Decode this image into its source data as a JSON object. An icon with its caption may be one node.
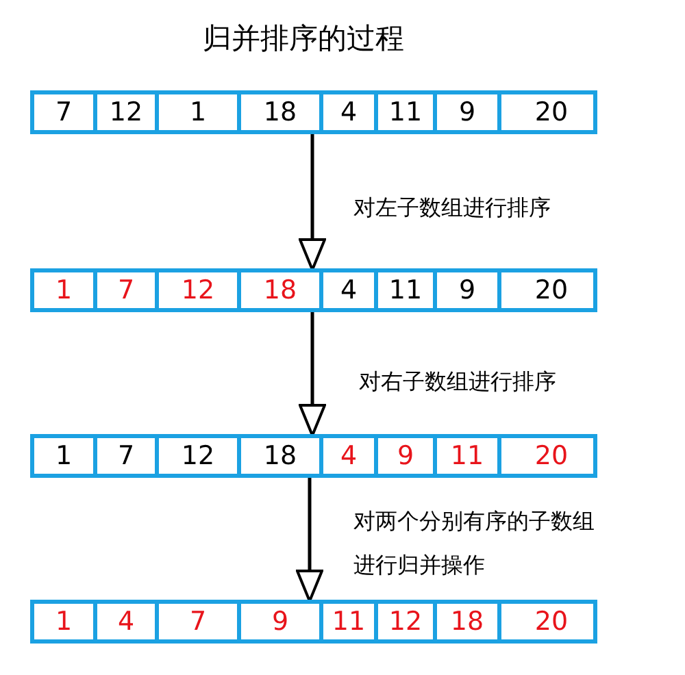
{
  "diagram": {
    "title": "归并排序的过程",
    "nodes": [
      {
        "text": [],
        "shape": "box"
      },
      {
        "text": [
          "7"
        ],
        "in": 0
      },
      {
        "text": [
          "12"
        ],
        "in": 0
      },
      {
        "text": [
          "1"
        ],
        "in": 0
      },
      {
        "text": [
          "18"
        ],
        "in": 0
      },
      {
        "text": [
          "4"
        ],
        "in": 0
      },
      {
        "text": [
          "11"
        ],
        "in": 0
      },
      {
        "text": [
          "9"
        ],
        "in": 0
      },
      {
        "text": [
          "20"
        ],
        "in": 0
      },
      {
        "text": [],
        "shape": "box"
      },
      {
        "text": [
          "1"
        ],
        "in": 9
      },
      {
        "text": [
          "7"
        ],
        "in": 9
      },
      {
        "text": [
          "12"
        ],
        "in": 9
      },
      {
        "text": [
          "18"
        ],
        "in": 9
      },
      {
        "text": [
          "4"
        ],
        "in": 9
      },
      {
        "text": [
          "11"
        ],
        "in": 9
      },
      {
        "text": [
          "9"
        ],
        "in": 9
      },
      {
        "text": [
          "20"
        ],
        "in": 9
      },
      {
        "text": [],
        "shape": "box"
      },
      {
        "text": [
          "1"
        ],
        "in": 18
      },
      {
        "text": [
          "7"
        ],
        "in": 18
      },
      {
        "text": [
          "12"
        ],
        "in": 18
      },
      {
        "text": [
          "18"
        ],
        "in": 18
      },
      {
        "text": [
          "4"
        ],
        "in": 18
      },
      {
        "text": [
          "9"
        ],
        "in": 18
      },
      {
        "text": [
          "11"
        ],
        "in": 18
      },
      {
        "text": [
          "20"
        ],
        "in": 18
      },
      {
        "text": [],
        "shape": "box"
      },
      {
        "text": [
          "1"
        ],
        "in": 27
      },
      {
        "text": [
          "4"
        ],
        "in": 27
      },
      {
        "text": [
          "7"
        ],
        "in": 27
      },
      {
        "text": [
          "9"
        ],
        "in": 27
      },
      {
        "text": [
          "11"
        ],
        "in": 27
      },
      {
        "text": [
          "12"
        ],
        "in": 27
      },
      {
        "text": [
          "18"
        ],
        "in": 27
      },
      {
        "text": [
          "20"
        ],
        "in": 27
      }
    ],
    "edges": [
      {
        "from": 0,
        "to": 9,
        "arrow": "to",
        "label": "对左子数组进行排序"
      },
      {
        "from": 9,
        "to": 18,
        "arrow": "to",
        "label": "对右子数组进行排序"
      },
      {
        "from": 18,
        "to": 27,
        "arrow": "to",
        "label": "对两个分别有序的子数组进行归并操作"
      }
    ]
  }
}
